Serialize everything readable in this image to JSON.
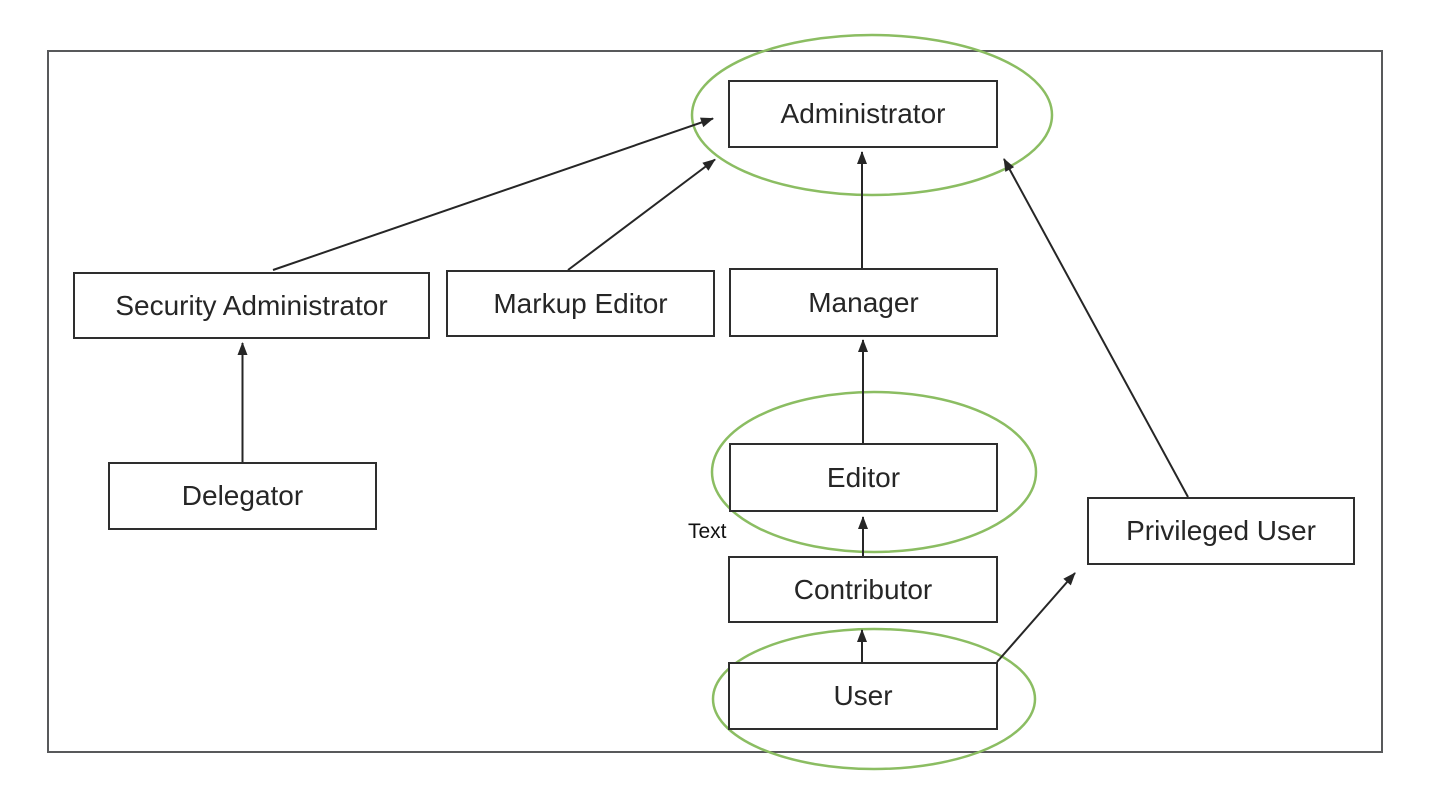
{
  "diagram": {
    "nodes": {
      "administrator": "Administrator",
      "security_administrator": "Security Administrator",
      "markup_editor": "Markup Editor",
      "manager": "Manager",
      "delegator": "Delegator",
      "editor": "Editor",
      "contributor": "Contributor",
      "user": "User",
      "privileged_user": "Privileged User"
    },
    "annotation": {
      "text_label": "Text"
    },
    "edges": [
      {
        "from": "Delegator",
        "to": "Security Administrator"
      },
      {
        "from": "Security Administrator",
        "to": "Administrator"
      },
      {
        "from": "Markup Editor",
        "to": "Administrator"
      },
      {
        "from": "Manager",
        "to": "Administrator"
      },
      {
        "from": "Editor",
        "to": "Manager"
      },
      {
        "from": "Contributor",
        "to": "Editor"
      },
      {
        "from": "User",
        "to": "Contributor"
      },
      {
        "from": "User",
        "to": "Privileged User"
      },
      {
        "from": "Privileged User",
        "to": "Administrator"
      }
    ],
    "highlighted_nodes": [
      "Administrator",
      "Editor",
      "User"
    ],
    "colors": {
      "highlight_ellipse": "#8bbd62",
      "frame_border": "#58595b",
      "node_border": "#2e2e2e",
      "arrow": "#262626",
      "node_text": "#262626"
    }
  }
}
